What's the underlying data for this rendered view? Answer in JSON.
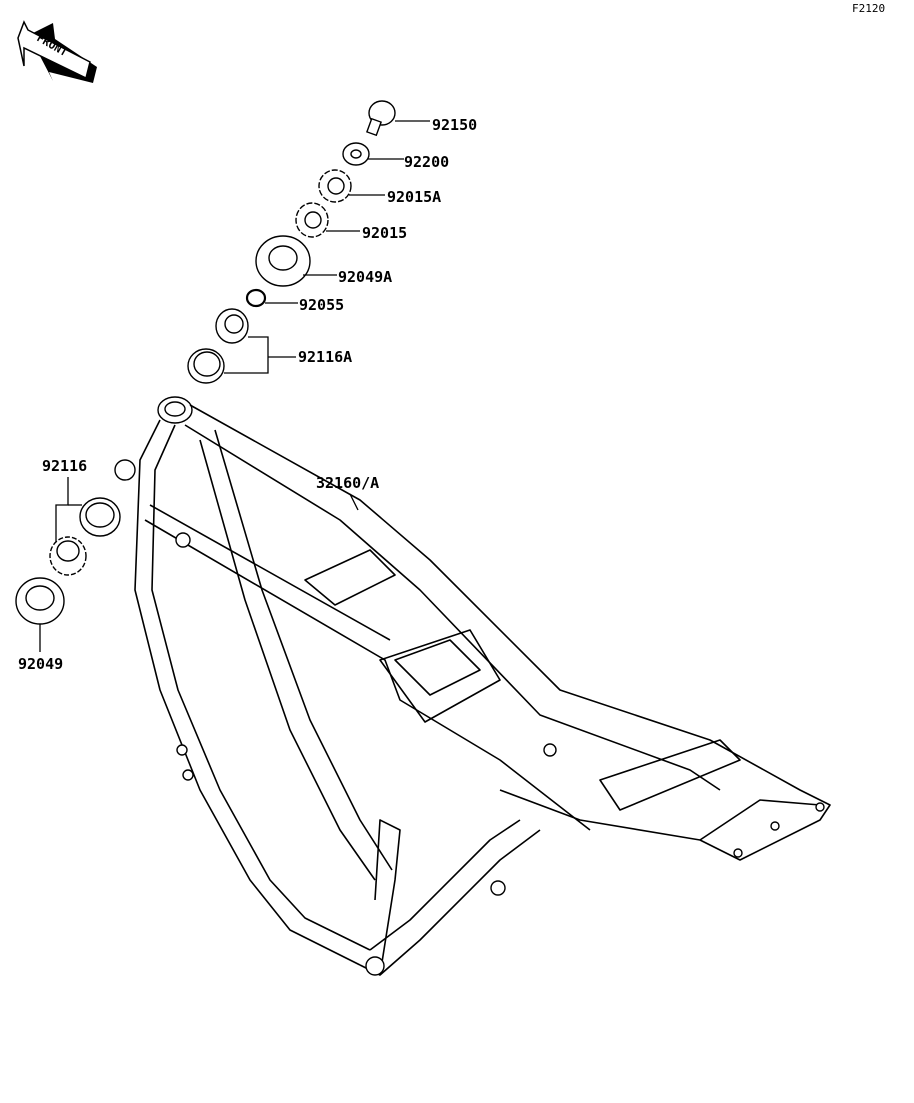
{
  "diagram_code": "F2120",
  "front_arrow": "FRONT",
  "parts": {
    "p92150": "92150",
    "p92200": "92200",
    "p92015A": "92015A",
    "p92015": "92015",
    "p92049A": "92049A",
    "p92055": "92055",
    "p92116A": "92116A",
    "p32160A": "32160/A",
    "p92116": "92116",
    "p92049": "92049"
  }
}
